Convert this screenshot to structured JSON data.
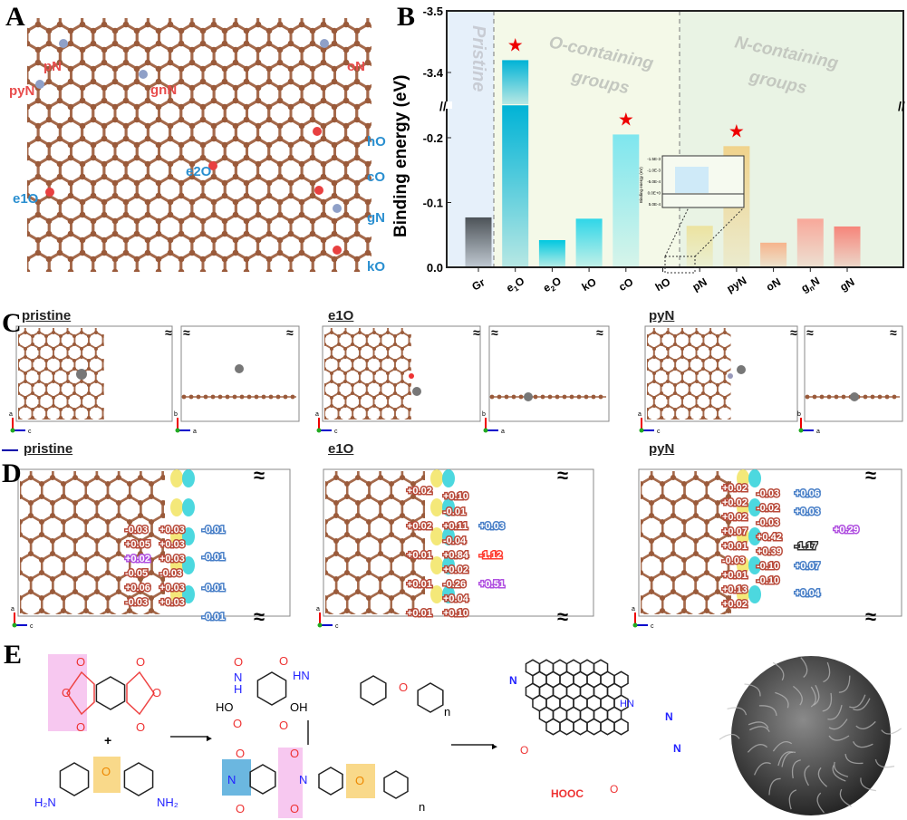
{
  "panels": {
    "a": "A",
    "b": "B",
    "c": "C",
    "d": "D",
    "e": "E"
  },
  "panel_a": {
    "labels": [
      {
        "text": "pN",
        "color": "#e84c4c"
      },
      {
        "text": "oN",
        "color": "#e84c4c"
      },
      {
        "text": "pyN",
        "color": "#e84c4c"
      },
      {
        "text": "gnN",
        "color": "#e84c4c"
      },
      {
        "text": "hO",
        "color": "#2a8fd0"
      },
      {
        "text": "e2O",
        "color": "#2a8fd0"
      },
      {
        "text": "cO",
        "color": "#2a8fd0"
      },
      {
        "text": "e1O",
        "color": "#2a8fd0"
      },
      {
        "text": "gN",
        "color": "#2a8fd0"
      },
      {
        "text": "kO",
        "color": "#2a8fd0"
      }
    ]
  },
  "chart_data": {
    "type": "bar",
    "ylabel": "Binding energy (eV)",
    "categories": [
      "Gr",
      "e1O",
      "e2O",
      "kO",
      "cO",
      "hO",
      "pN",
      "pyN",
      "oN",
      "gnN",
      "gN"
    ],
    "values": [
      -0.077,
      -3.42,
      -0.042,
      -0.075,
      -0.205,
      -0.001,
      -0.064,
      -0.187,
      -0.038,
      -0.075,
      -0.063
    ],
    "starred": [
      "e1O",
      "cO",
      "pyN"
    ],
    "y_axis_break": true,
    "yticks_lower": [
      "0.0",
      "-0.1",
      "-0.2"
    ],
    "yticks_upper": [
      "-3.4",
      "-3.5"
    ],
    "ylim_lower": [
      0,
      -0.25
    ],
    "ylim_upper": [
      -3.35,
      -3.5
    ],
    "regions": [
      {
        "label": "Pristine",
        "color": "#e6f0fa"
      },
      {
        "label": "O-containing groups",
        "color": "#f4f9e8"
      },
      {
        "label": "N-containing groups",
        "color": "#e9f3e4"
      }
    ],
    "bar_colors": [
      "#4d5358",
      "#00b3d6",
      "#00c8e0",
      "#2fd6e8",
      "#7ee6ee",
      "#cde9f8",
      "#ece3a0",
      "#f0d38c",
      "#f6b48c",
      "#f8a89a",
      "#f6857a"
    ],
    "inset": {
      "ylabel": "Binding energy (eV)",
      "yticks": [
        "-1.5E-3",
        "-1.0E-3",
        "-5.0E-4",
        "0.0E+0",
        "5.0E-4"
      ],
      "value": -0.001
    }
  },
  "panel_c": {
    "titles": [
      "pristine",
      "e1O",
      "pyN"
    ],
    "axes": {
      "a": "a",
      "b": "b",
      "c": "c"
    }
  },
  "panel_d": {
    "titles": [
      "pristine",
      "e1O",
      "pyN"
    ],
    "charges": [
      [
        "-0.01",
        "-0.01",
        "-0.01",
        "-0.01",
        "-0.03",
        "+0.03",
        "+0.05",
        "+0.03",
        "+0.02",
        "+0.03",
        "-0.05",
        "-0.03",
        "+0.06",
        "+0.03",
        "-0.03",
        "+0.03"
      ],
      [
        "+0.02",
        "+0.10",
        "-0.01",
        "+0.02",
        "+0.11",
        "+0.03",
        "-0.04",
        "+0.01",
        "+0.84",
        "-1.12",
        "+0.02",
        "+0.01",
        "-0.26",
        "+0.51",
        "+0.04",
        "+0.01",
        "+0.10"
      ],
      [
        "+0.02",
        "-0.03",
        "+0.06",
        "+0.02",
        "-0.02",
        "+0.02",
        "-0.03",
        "+0.03",
        "+0.07",
        "+0.29",
        "+0.42",
        "+0.01",
        "-1.17",
        "-0.03",
        "+0.39",
        "+0.01",
        "-0.10",
        "+0.07",
        "+0.13",
        "+0.02",
        "-0.10",
        "+0.04"
      ]
    ]
  },
  "panel_e": {
    "plus": "+",
    "n": "n",
    "atoms": {
      "O": "O",
      "N": "N",
      "H": "H",
      "HN": "HN",
      "HO": "HO",
      "OH": "OH",
      "H2N": "H₂N",
      "NH2": "NH₂",
      "COOH": "HOOC"
    }
  }
}
